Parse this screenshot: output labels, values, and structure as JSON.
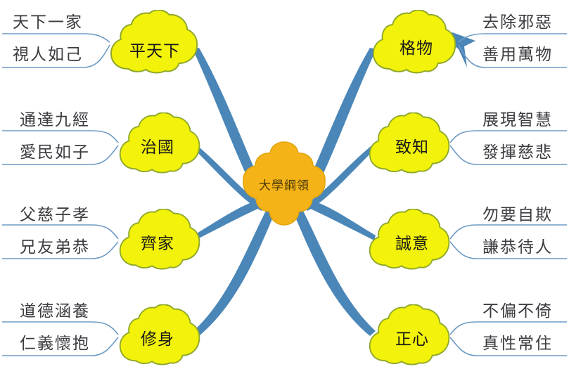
{
  "diagram": {
    "title": "大學綱領",
    "type": "mind-map",
    "center": {
      "label": "大學綱領",
      "fill": "#F5B317",
      "stroke": "#E0A50E",
      "text_color": "#4b3a08"
    },
    "style": {
      "node_fill": "#F2F20A",
      "node_stroke": "#8FA82B",
      "connector_color": "#4A86B8",
      "leaf_line_color": "#6E9BC5",
      "background": "#FFFFFF",
      "text_color": "#3B3B40"
    },
    "branches": [
      {
        "id": "ping-tian-xia",
        "label": "平天下",
        "side": "left",
        "leaves": [
          "天下一家",
          "視人如己"
        ]
      },
      {
        "id": "zhi-guo",
        "label": "治國",
        "side": "left",
        "leaves": [
          "通達九經",
          "愛民如子"
        ]
      },
      {
        "id": "qi-jia",
        "label": "齊家",
        "side": "left",
        "leaves": [
          "父慈子孝",
          "兄友弟恭"
        ]
      },
      {
        "id": "xiu-shen",
        "label": "修身",
        "side": "left",
        "leaves": [
          "道德涵養",
          "仁義懷抱"
        ]
      },
      {
        "id": "ge-wu",
        "label": "格物",
        "side": "right",
        "leaves": [
          "去除邪惡",
          "善用萬物"
        ]
      },
      {
        "id": "zhi-zhi",
        "label": "致知",
        "side": "right",
        "leaves": [
          "展現智慧",
          "發揮慈悲"
        ]
      },
      {
        "id": "cheng-yi",
        "label": "誠意",
        "side": "right",
        "leaves": [
          "勿要自欺",
          "謙恭待人"
        ]
      },
      {
        "id": "zheng-xin",
        "label": "正心",
        "side": "right",
        "leaves": [
          "不偏不倚",
          "真性常住"
        ]
      }
    ]
  }
}
